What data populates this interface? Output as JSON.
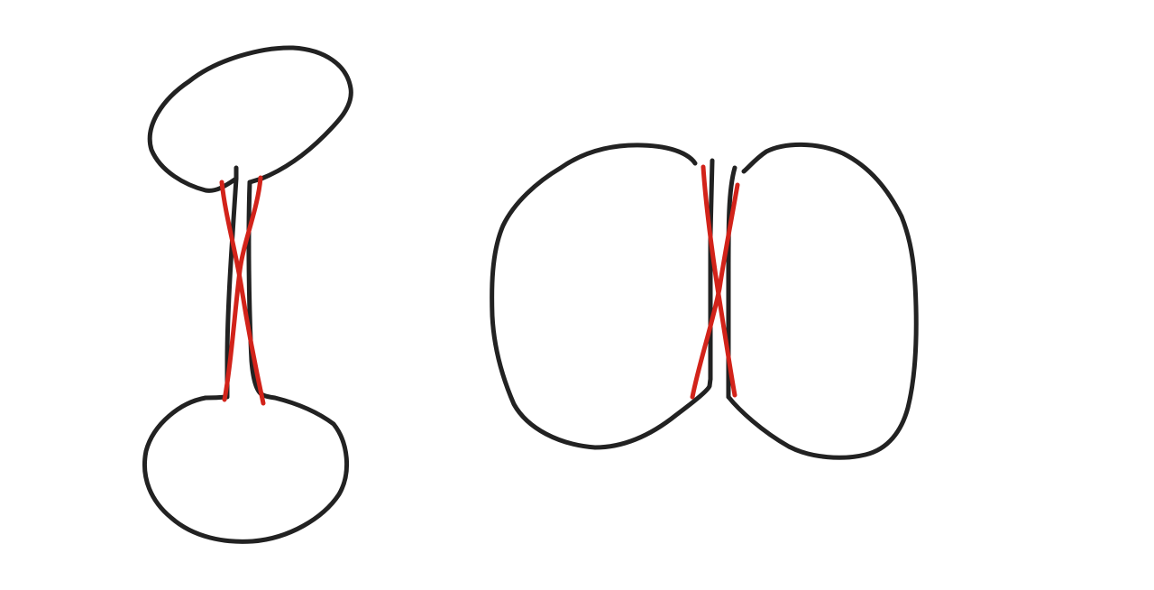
{
  "colors": {
    "background": "#ffffff",
    "outline": "#222222",
    "crossing": "#d2231a"
  },
  "figures": [
    {
      "id": "dumbbell",
      "description_shapes": [
        "top-loop",
        "neck-band",
        "bottom-loop",
        "red-crossing"
      ]
    },
    {
      "id": "double-lobe",
      "description_shapes": [
        "left-lobe",
        "neck-band",
        "right-lobe",
        "red-crossing"
      ]
    }
  ]
}
